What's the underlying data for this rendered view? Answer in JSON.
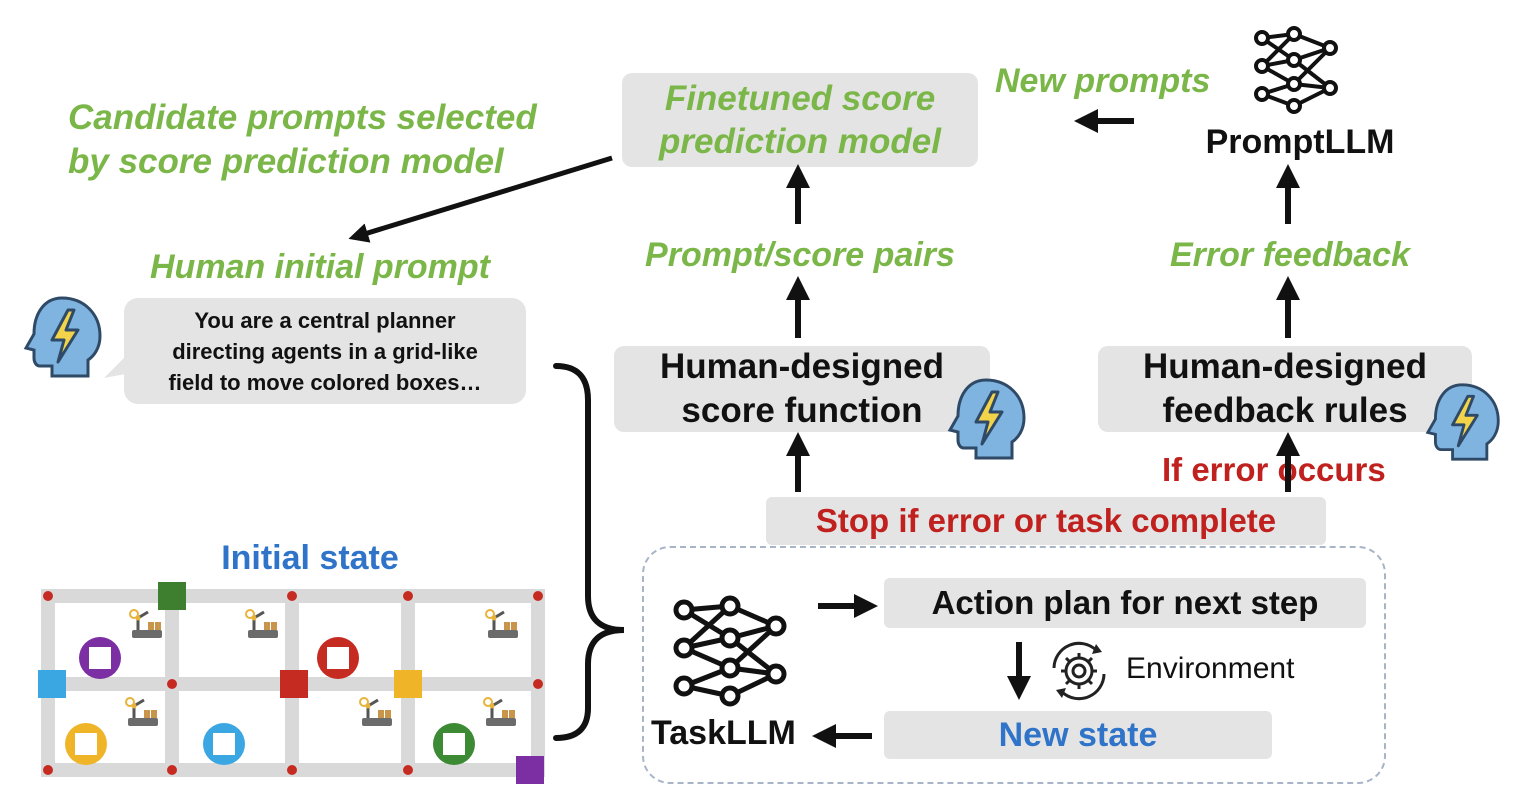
{
  "labels": {
    "candidate_line1": "Candidate prompts selected",
    "candidate_line2": "by score prediction model",
    "human_initial_prompt": "Human initial prompt",
    "finetuned_line1": "Finetuned score",
    "finetuned_line2": "prediction model",
    "new_prompts": "New prompts",
    "prompt_llm": "PromptLLM",
    "prompt_score_pairs": "Prompt/score pairs",
    "error_feedback": "Error feedback",
    "score_fn_line1": "Human-designed",
    "score_fn_line2": "score function",
    "feedback_line1": "Human-designed",
    "feedback_line2": "feedback rules",
    "if_error": "If error occurs",
    "stop_if": "Stop if error or task complete",
    "action_plan": "Action plan for next step",
    "environment": "Environment",
    "new_state": "New state",
    "task_llm": "TaskLLM",
    "initial_state": "Initial state"
  },
  "prompt_text": {
    "line1": "You are a central planner",
    "line2": "directing agents in a grid-like",
    "line3": "field to move colored boxes…"
  },
  "colors": {
    "green_text": "#7ab648",
    "red_text": "#c0211e",
    "blue_text": "#2f74c9",
    "box_fill": "#e4e4e4",
    "head_icon": "#5b95cc"
  },
  "grid": {
    "target_colors": [
      "#7b2fa3",
      "#c62b22",
      "#f0b428",
      "#3aa7e3",
      "#3d8a35"
    ],
    "box_colors": [
      "#3d7f2f",
      "#3aa7e3",
      "#c62b22",
      "#f0b428",
      "#7b2fa3"
    ]
  }
}
